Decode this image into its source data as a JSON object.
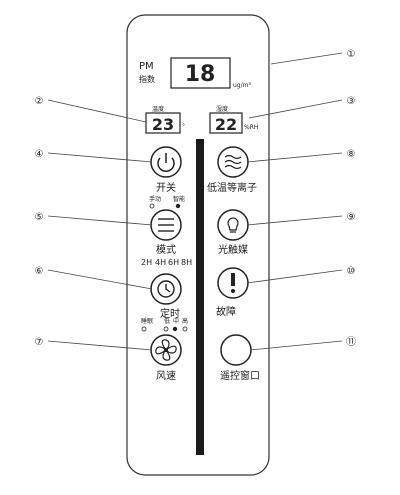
{
  "pm": {
    "title": "PM",
    "subtitle": "指数",
    "value": "18",
    "unit": "ug/m³"
  },
  "temperature": {
    "caption": "温度",
    "value": "23",
    "unit": "°"
  },
  "humidity": {
    "caption": "湿度",
    "value": "22",
    "unit": "%RH"
  },
  "buttons": {
    "power": "开关",
    "mode": "模式",
    "timer": "定时",
    "fan": "风速",
    "ion": "低温等离子",
    "light": "光触媒",
    "fault": "故障",
    "remote": "遥控窗口"
  },
  "mode_indicators": [
    "手动",
    "智能"
  ],
  "timer_options": [
    "2H",
    "4H",
    "6H",
    "8H"
  ],
  "fan_speeds": [
    "睡眠",
    "低",
    "中",
    "高"
  ],
  "callouts": [
    "①",
    "②",
    "③",
    "④",
    "⑤",
    "⑥",
    "⑦",
    "⑧",
    "⑨",
    "⑩",
    "⑪"
  ]
}
